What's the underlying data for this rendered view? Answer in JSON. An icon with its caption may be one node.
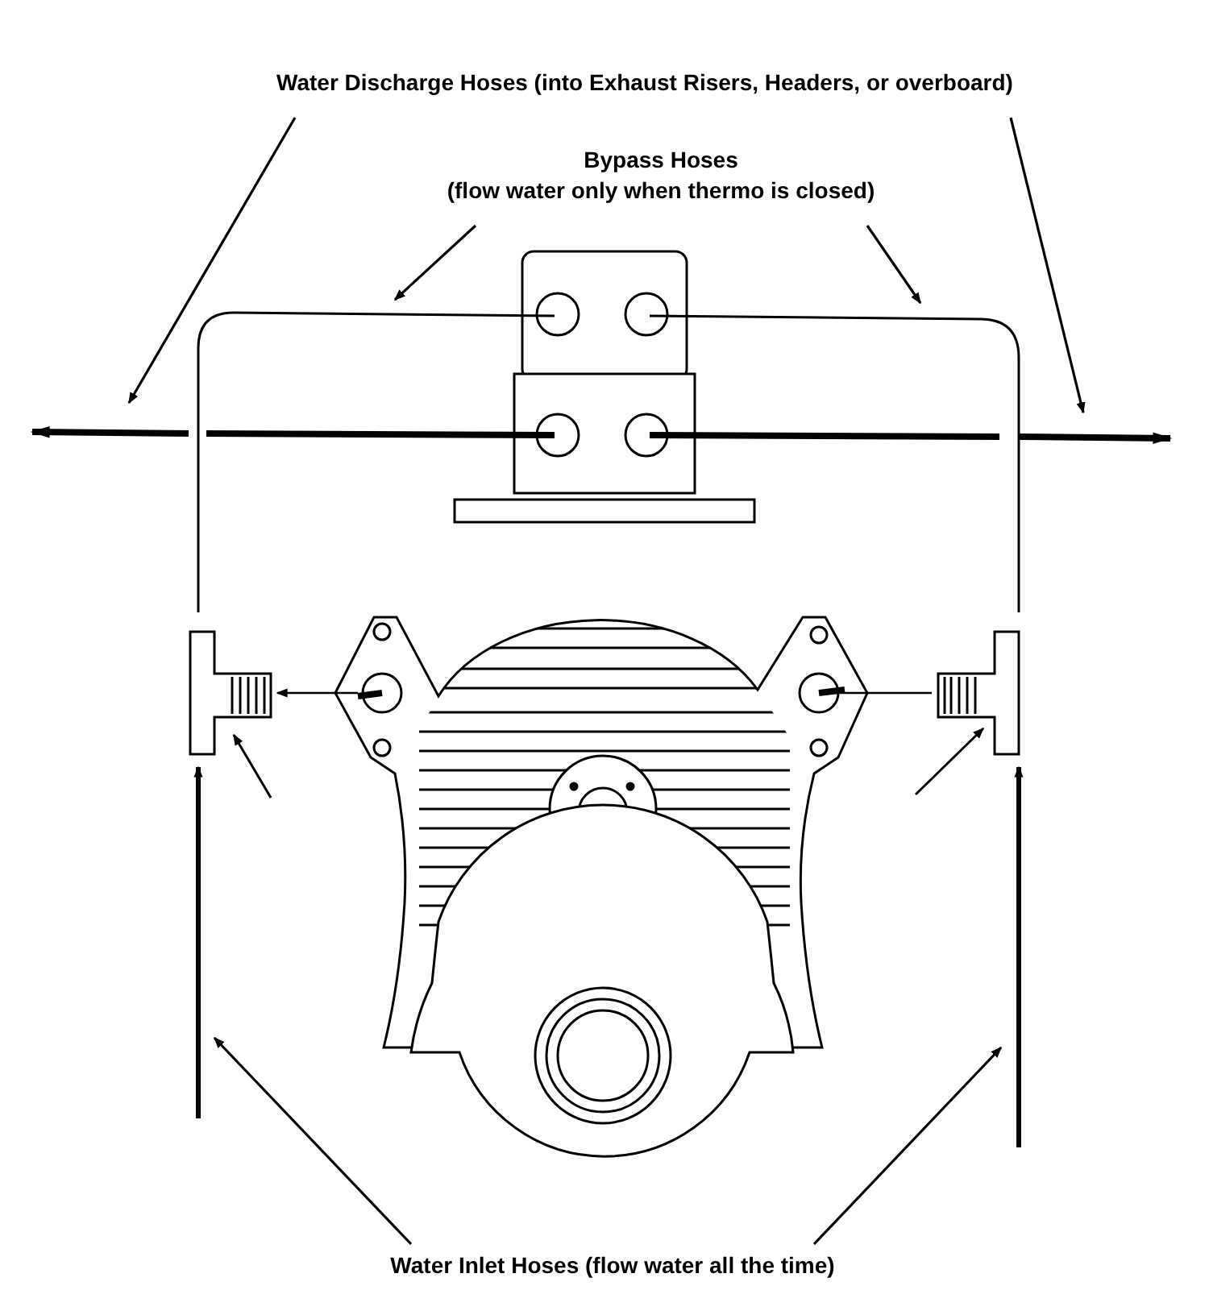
{
  "diagram": {
    "nodes": [
      {
        "text": [
          "Water Discharge Hoses (into Exhaust Risers, Headers, or overboard)"
        ]
      },
      {
        "text": [
          "Bypass Hoses",
          "(flow water only when thermo is closed)"
        ]
      },
      {
        "text": [
          "Water Inlet Hoses (flow water all the time)"
        ]
      }
    ],
    "edges": [
      {
        "from": 0,
        "to": null,
        "arrow": "to"
      },
      {
        "from": 0,
        "to": null,
        "arrow": "to"
      },
      {
        "from": 1,
        "to": null,
        "arrow": "to"
      },
      {
        "from": 1,
        "to": null,
        "arrow": "to"
      },
      {
        "from": 2,
        "to": null,
        "arrow": "to"
      },
      {
        "from": 2,
        "to": null,
        "arrow": "to"
      }
    ]
  }
}
